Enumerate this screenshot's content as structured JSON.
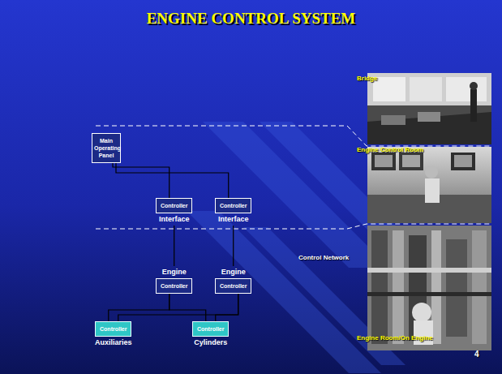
{
  "diagram": {
    "title": "ENGINE CONTROL SYSTEM",
    "nodes": [
      {
        "text": [
          "Main Operating Panel"
        ]
      },
      {
        "text": [
          "Controller",
          "Interface"
        ]
      },
      {
        "text": [
          "Controller",
          "Interface"
        ]
      },
      {
        "text": [
          "Engine",
          "Controller"
        ]
      },
      {
        "text": [
          "Engine",
          "Controller"
        ]
      },
      {
        "text": [
          "Controller",
          "Auxiliaries"
        ]
      },
      {
        "text": [
          "Controller",
          "Cylinders"
        ]
      }
    ],
    "edges": [
      {
        "from": 0,
        "to": 1,
        "arrow": "none"
      },
      {
        "from": 0,
        "to": 2,
        "arrow": "none"
      },
      {
        "from": 1,
        "to": 3,
        "arrow": "none"
      },
      {
        "from": 2,
        "to": 4,
        "arrow": "none"
      },
      {
        "from": 3,
        "to": 5,
        "arrow": "none"
      },
      {
        "from": 3,
        "to": 6,
        "arrow": "none"
      },
      {
        "from": 4,
        "to": 5,
        "arrow": "none"
      },
      {
        "from": 4,
        "to": 6,
        "arrow": "none"
      }
    ],
    "labels": [
      "Bridge",
      "Engine Control Room",
      "Engine Room/On Engine",
      "Control Network",
      "4"
    ]
  }
}
